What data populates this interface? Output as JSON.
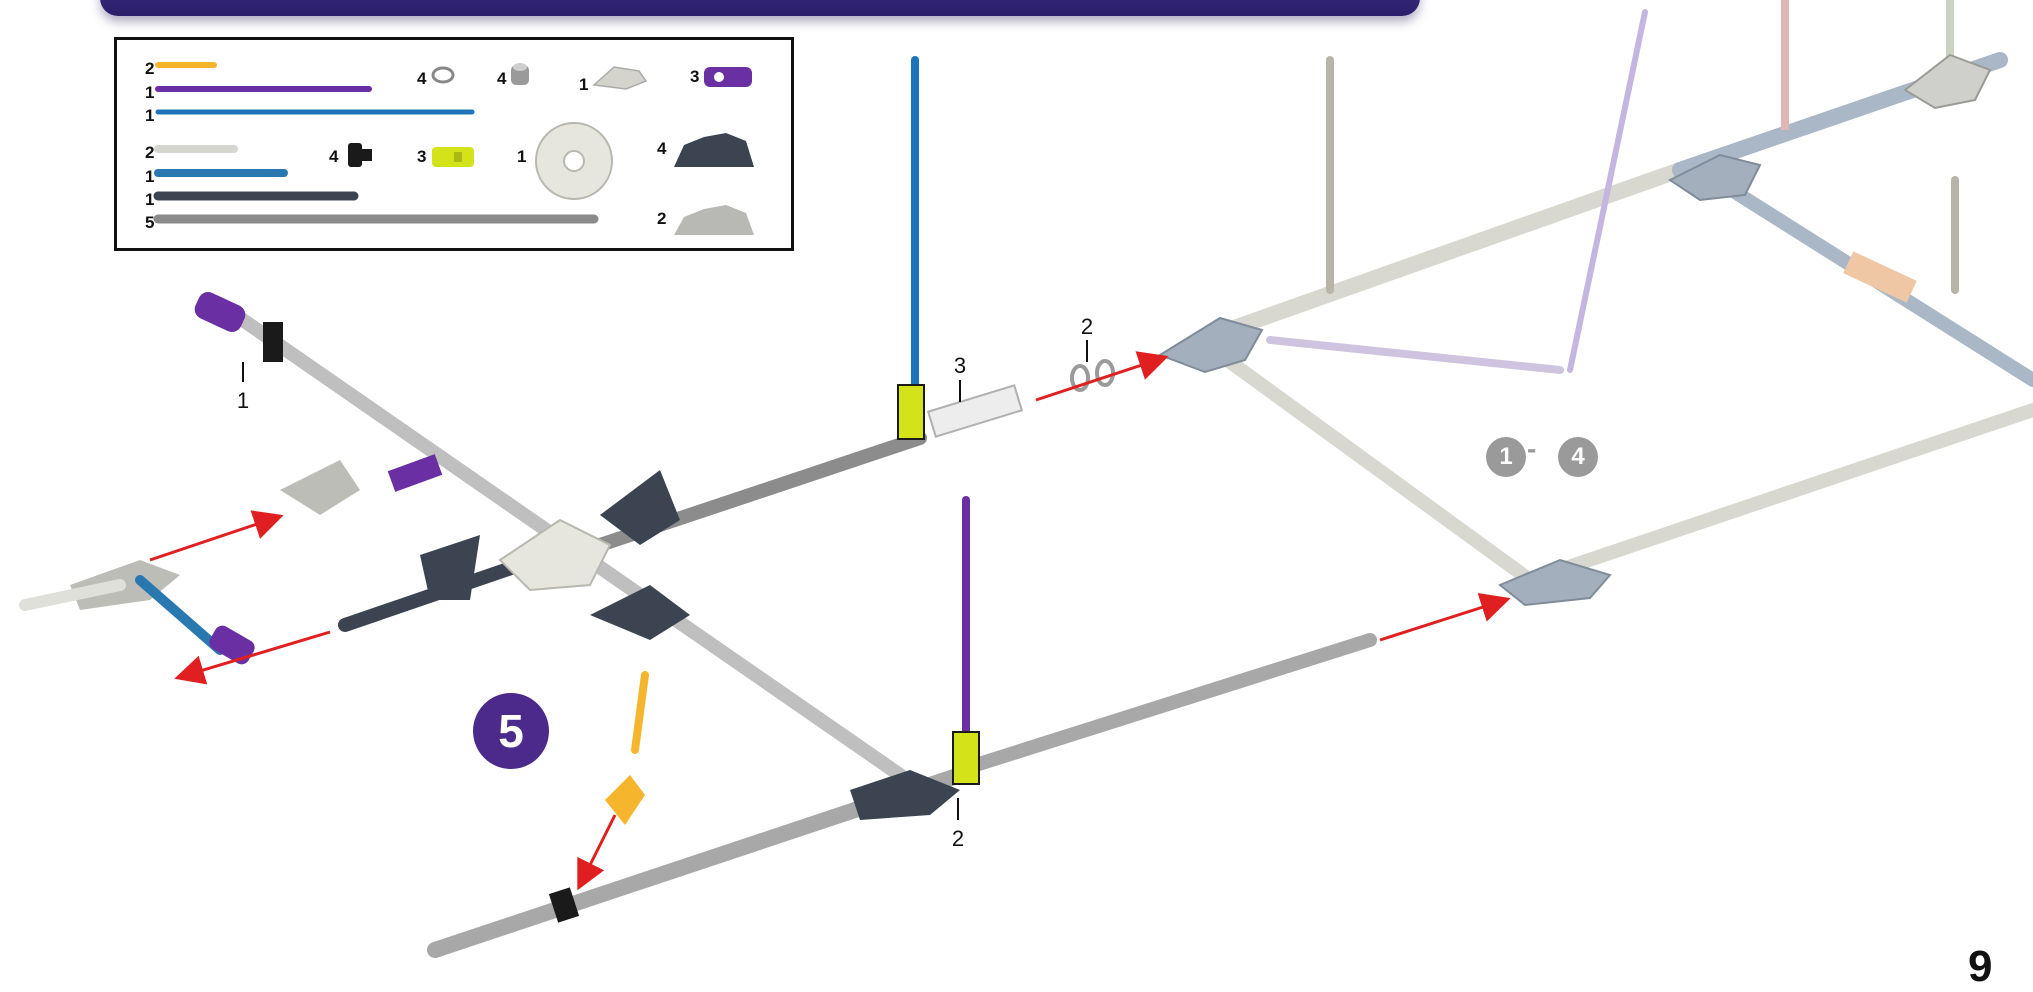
{
  "parts_list": {
    "rod_quantities": [
      {
        "qty": "2",
        "icon": "yellow-short-rod"
      },
      {
        "qty": "1",
        "icon": "purple-long-rod"
      },
      {
        "qty": "1",
        "icon": "blue-extra-long-rod"
      },
      {
        "qty": "2",
        "icon": "white-rod"
      },
      {
        "qty": "1",
        "icon": "blue-rod"
      },
      {
        "qty": "1",
        "icon": "dark-gray-rod"
      },
      {
        "qty": "5",
        "icon": "gray-rod"
      }
    ],
    "connector_quantities": [
      {
        "qty": "4",
        "icon": "spacer-ring"
      },
      {
        "qty": "4",
        "icon": "gray-spacer"
      },
      {
        "qty": "1",
        "icon": "light-gray-connector"
      },
      {
        "qty": "3",
        "icon": "purple-clip"
      },
      {
        "qty": "4",
        "icon": "black-tee-connector"
      },
      {
        "qty": "3",
        "icon": "yellow-clip"
      },
      {
        "qty": "1",
        "icon": "white-eight-way-connector"
      },
      {
        "qty": "4",
        "icon": "dark-gray-half-connector"
      },
      {
        "qty": "2",
        "icon": "light-gray-half-connector"
      }
    ]
  },
  "callouts": {
    "left_clip": "1",
    "spacer_stack": "3",
    "rings": "2",
    "bottom_clip": "2"
  },
  "step": {
    "number": "5",
    "ref_from": "1",
    "ref_to": "4",
    "ref_dash": "-"
  },
  "page_number": "9",
  "colors": {
    "banner": "#35267a",
    "step_badge": "#4b2a8c",
    "arrow": "#e02020"
  }
}
